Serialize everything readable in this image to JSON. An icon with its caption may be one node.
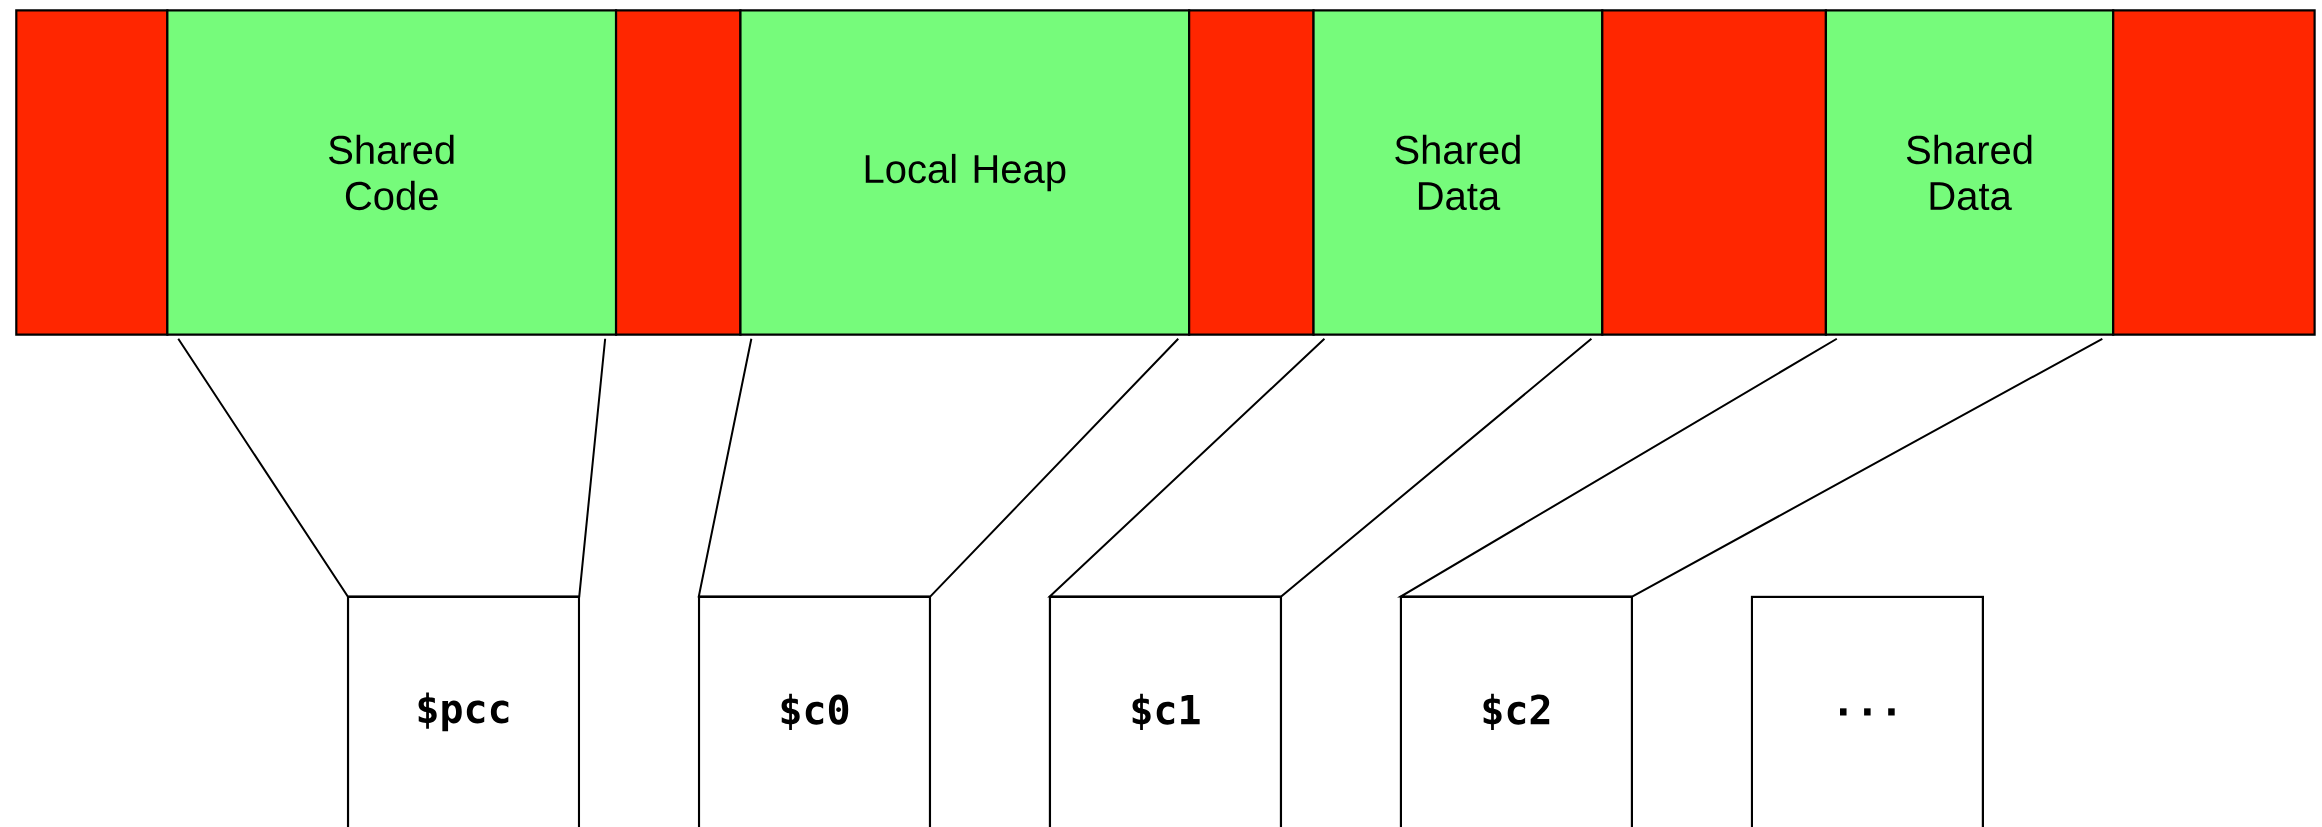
{
  "diagram": {
    "nodes": [
      {
        "text": [],
        "shape": "box"
      },
      {
        "text": [
          "Shared Code"
        ]
      },
      {
        "text": [],
        "shape": "box"
      },
      {
        "text": [
          "Local Heap"
        ]
      },
      {
        "text": [],
        "shape": "box"
      },
      {
        "text": [
          "Shared Data"
        ]
      },
      {
        "text": [],
        "shape": "box"
      },
      {
        "text": [
          "Shared Data"
        ]
      },
      {
        "text": [],
        "shape": "box"
      },
      {
        "text": [
          "$pcc"
        ]
      },
      {
        "text": [
          "$c0"
        ]
      },
      {
        "text": [
          "$c1"
        ]
      },
      {
        "text": [
          "$c2"
        ]
      },
      {
        "text": [
          "..."
        ]
      }
    ],
    "edges": [
      {
        "from": 1,
        "to": 9,
        "arrow": "none"
      },
      {
        "from": 3,
        "to": 10,
        "arrow": "none"
      },
      {
        "from": 5,
        "to": 11,
        "arrow": "none"
      },
      {
        "from": 7,
        "to": 12,
        "arrow": "none"
      }
    ]
  }
}
